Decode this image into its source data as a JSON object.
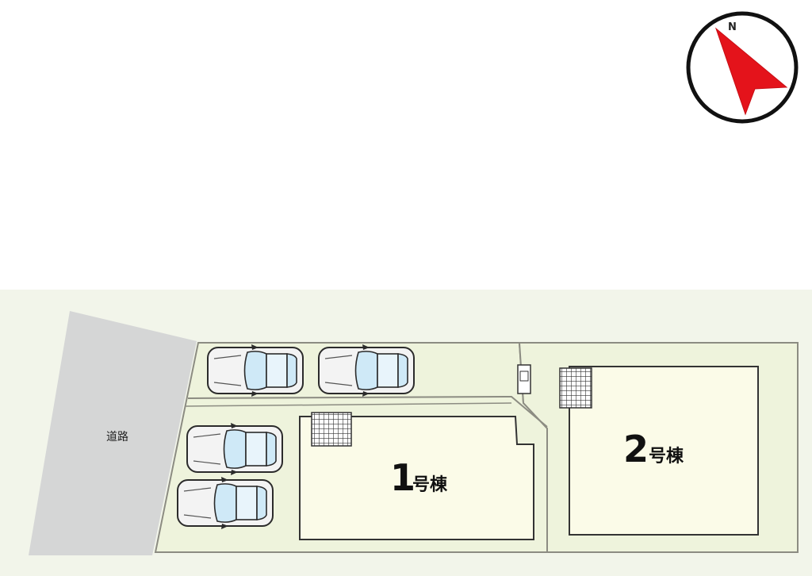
{
  "compass": {
    "north_label": "N",
    "arrow_color": "#e4131b",
    "ring_color": "#111111",
    "icon": "north-arrow-icon"
  },
  "road": {
    "label": "道路",
    "color": "#d5d6d6"
  },
  "lot": {
    "color": "#eef3dc",
    "border_color": "#8c8c82"
  },
  "buildings": [
    {
      "id": "building-1",
      "number": "1",
      "suffix": "号棟"
    },
    {
      "id": "building-2",
      "number": "2",
      "suffix": "号棟"
    }
  ],
  "building_color": "#fbfbe8",
  "parking": {
    "car_count": 4,
    "car_icon": "car-icon"
  },
  "grating_icon": "grating-icon"
}
